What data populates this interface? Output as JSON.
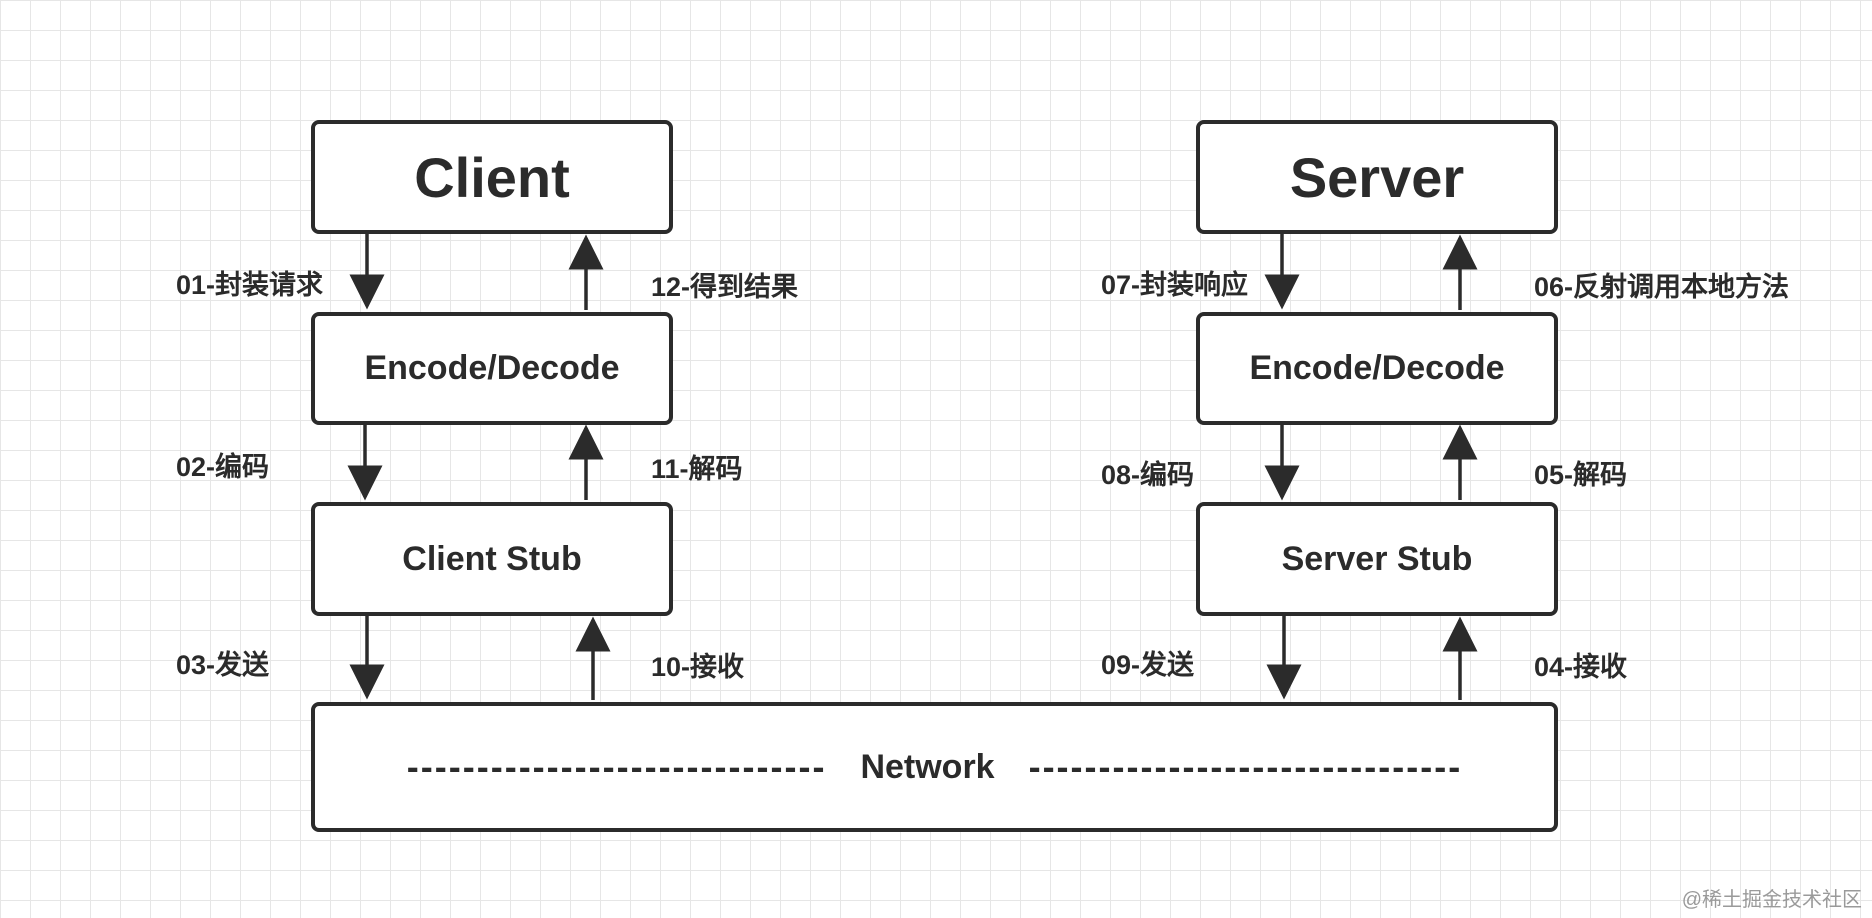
{
  "client": {
    "title": "Client",
    "codec": "Encode/Decode",
    "stub": "Client Stub",
    "steps": {
      "s01": "01-封装请求",
      "s02": "02-编码",
      "s03": "03-发送",
      "s10": "10-接收",
      "s11": "11-解码",
      "s12": "12-得到结果"
    }
  },
  "server": {
    "title": "Server",
    "codec": "Encode/Decode",
    "stub": "Server Stub",
    "steps": {
      "s04": "04-接收",
      "s05": "05-解码",
      "s06": "06-反射调用本地方法",
      "s07": "07-封装响应",
      "s08": "08-编码",
      "s09": "09-发送"
    }
  },
  "network": {
    "label": "Network",
    "dashes_left": "------------------------------",
    "dashes_right": "-------------------------------"
  },
  "watermark": "@稀土掘金技术社区",
  "colors": {
    "stroke": "#2b2b2b",
    "grid": "#e6e6e6",
    "background": "#ffffff"
  }
}
